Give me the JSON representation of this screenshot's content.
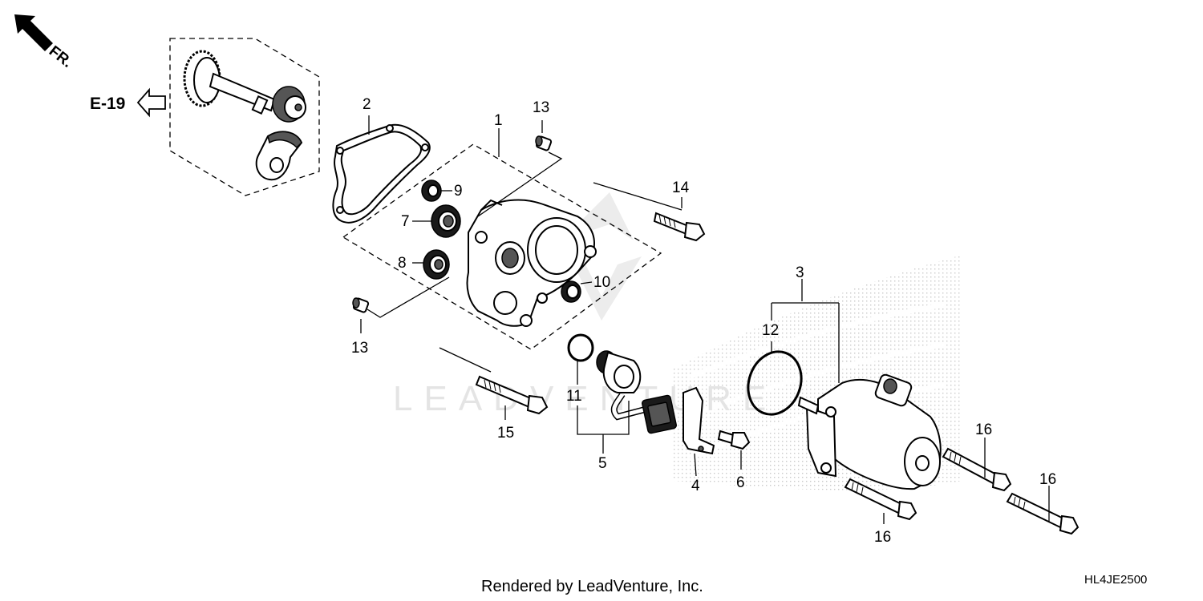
{
  "orientation": {
    "label": "FR.",
    "icon": "front-direction-arrow-icon"
  },
  "reference": {
    "label": "E-19",
    "icon": "hollow-left-arrow-icon"
  },
  "callouts": {
    "c1": "1",
    "c2": "2",
    "c3": "3",
    "c4": "4",
    "c5": "5",
    "c6": "6",
    "c7": "7",
    "c8": "8",
    "c9": "9",
    "c10": "10",
    "c11": "11",
    "c12": "12",
    "c13a": "13",
    "c13b": "13",
    "c14": "14",
    "c15": "15",
    "c16a": "16",
    "c16b": "16",
    "c16c": "16"
  },
  "watermark": {
    "text": "LEADVENTURE"
  },
  "footer": {
    "credit": "Rendered by LeadVenture, Inc.",
    "diagram_code": "HL4JE2500"
  }
}
